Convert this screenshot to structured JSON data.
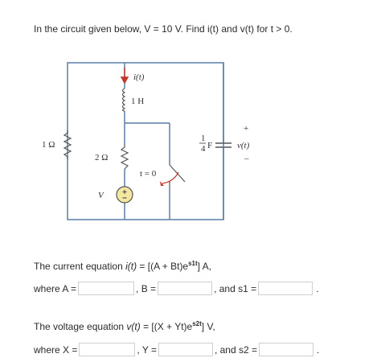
{
  "question": "In the circuit given below, V = 10 V. Find i(t) and v(t) for t > 0.",
  "circuit": {
    "current_label": "i(t)",
    "inductor_label": "1 H",
    "left_resistor_label": "1 Ω",
    "mid_resistor_label": "2 Ω",
    "source_label": "V",
    "switch_label": "t = 0",
    "capacitor_num": "1",
    "capacitor_den": "4",
    "capacitor_unit": "F",
    "voltage_label": "v(t)",
    "plus_sign": "+",
    "minus_sign": "–"
  },
  "current_eq": {
    "prefix": "The current equation ",
    "var": "i(t)",
    "mid": " = [(A + Bt)e",
    "exp": "s1t",
    "suffix": "] A,"
  },
  "current_row": {
    "where": "where A =",
    "b": ", B =",
    "s1": ", and s1 =",
    "end": "."
  },
  "voltage_eq": {
    "prefix": "The voltage equation ",
    "var": "v(t)",
    "mid": " = [(X + Yt)e",
    "exp": "s2t",
    "suffix": "] V,"
  },
  "voltage_row": {
    "where": "where X =",
    "y": ", Y =",
    "s2": ", and s2 =",
    "end": "."
  }
}
